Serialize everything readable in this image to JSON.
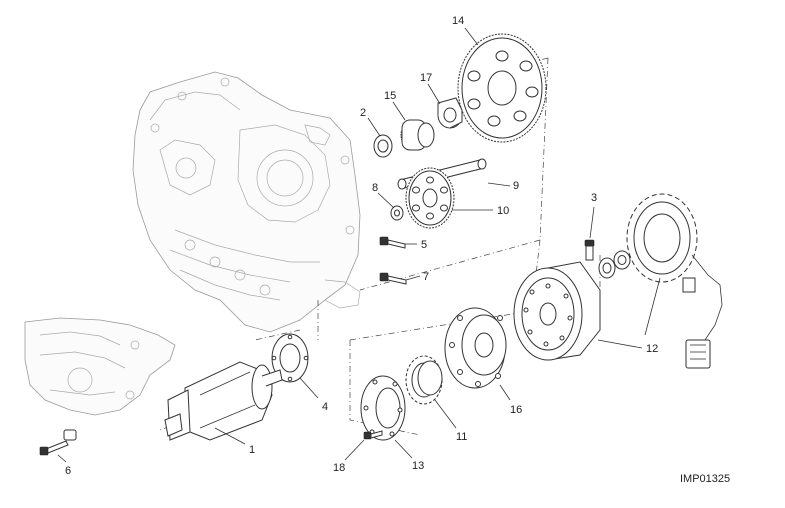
{
  "diagram": {
    "code": "IMP01325",
    "callouts": [
      "1",
      "2",
      "3",
      "4",
      "5",
      "6",
      "7",
      "8",
      "9",
      "10",
      "11",
      "12",
      "13",
      "14",
      "15",
      "16",
      "17",
      "18"
    ]
  }
}
